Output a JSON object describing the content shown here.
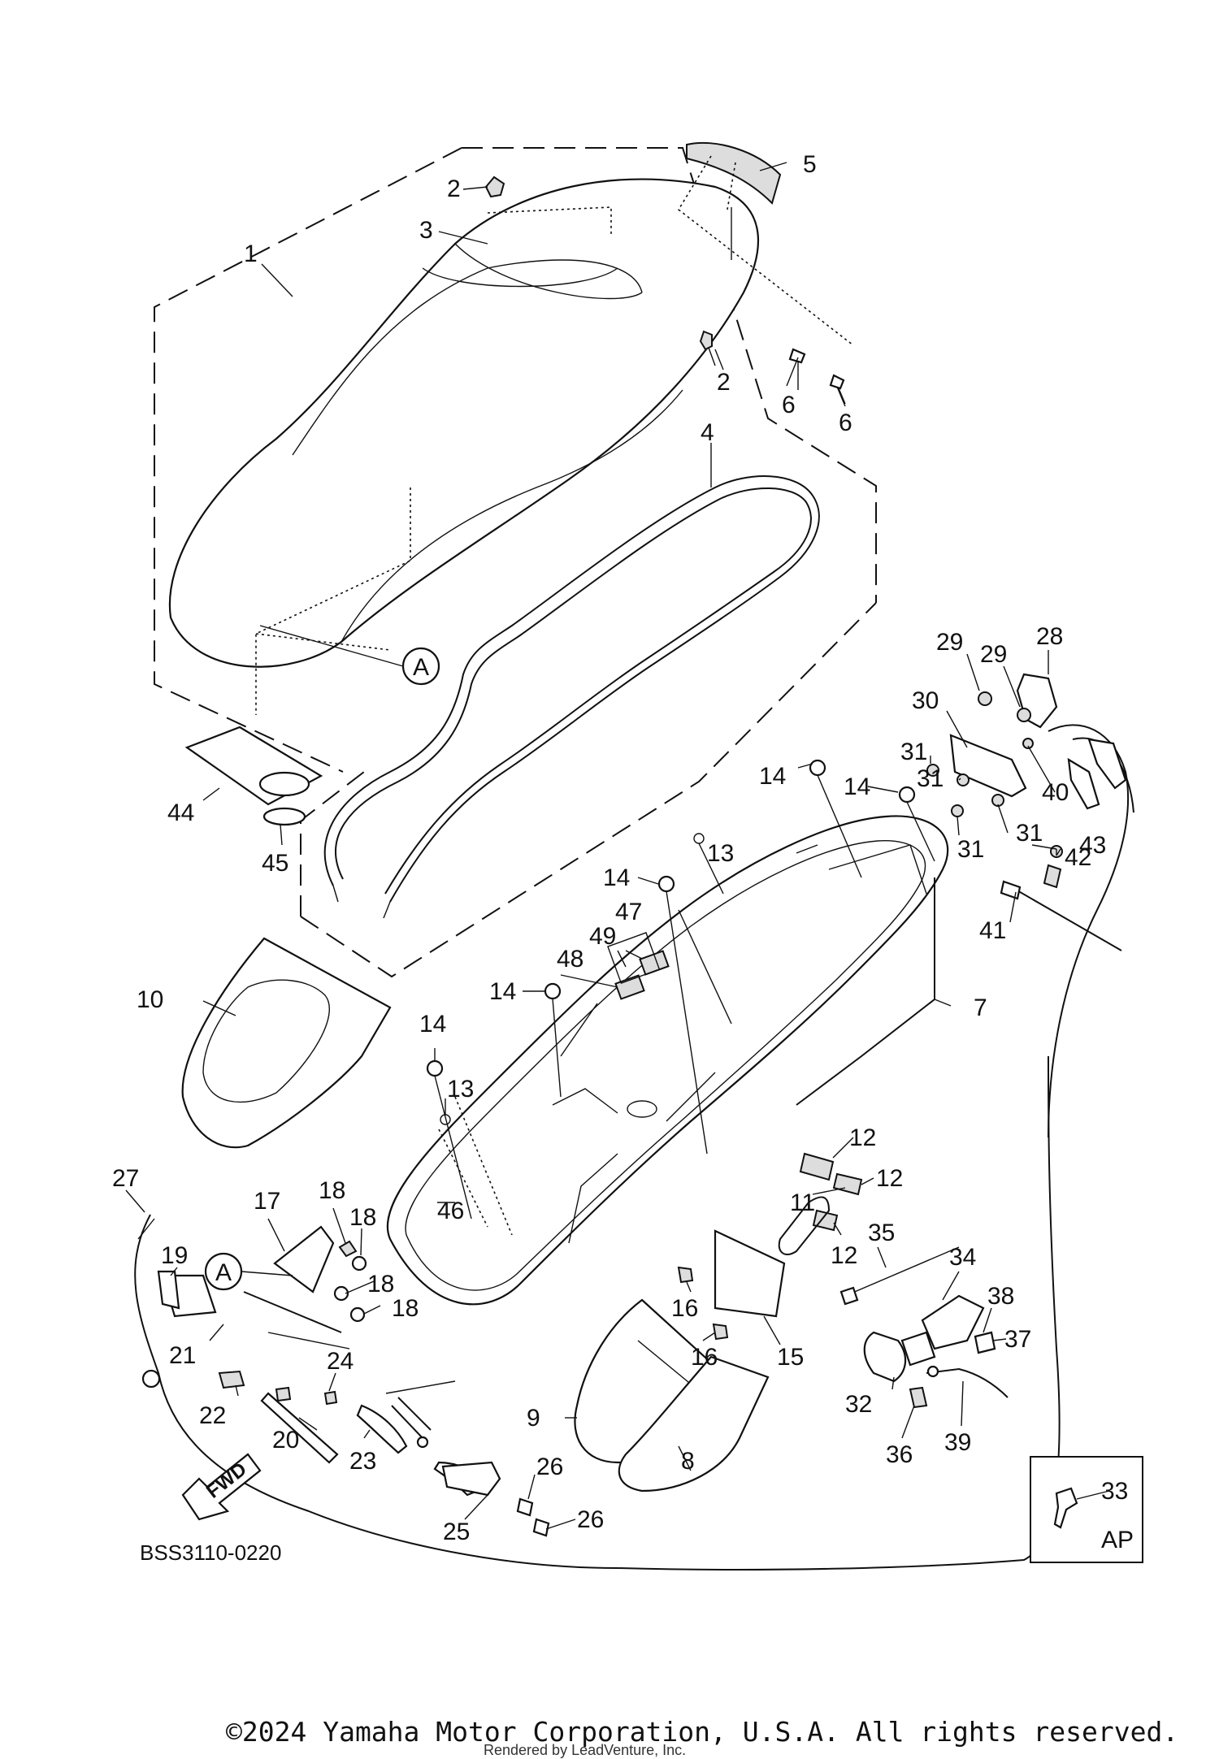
{
  "diagram": {
    "code": "BSS3110-0220",
    "ap_box_label": "AP",
    "fwd_label": "FWD",
    "ref_marker": "A",
    "copyright": "©2024 Yamaha Motor Corporation, U.S.A. All rights reserved.",
    "rendered_by": "Rendered by LeadVenture, Inc.",
    "callouts": [
      "1",
      "2",
      "2",
      "3",
      "4",
      "5",
      "6",
      "6",
      "7",
      "8",
      "9",
      "10",
      "11",
      "12",
      "12",
      "12",
      "13",
      "13",
      "14",
      "14",
      "14",
      "14",
      "14",
      "15",
      "16",
      "16",
      "17",
      "18",
      "18",
      "18",
      "18",
      "19",
      "20",
      "21",
      "22",
      "23",
      "24",
      "25",
      "26",
      "26",
      "27",
      "28",
      "29",
      "29",
      "30",
      "31",
      "31",
      "31",
      "31",
      "32",
      "33",
      "34",
      "35",
      "36",
      "37",
      "38",
      "39",
      "40",
      "41",
      "42",
      "43",
      "44",
      "45",
      "46",
      "47",
      "48",
      "49"
    ]
  }
}
